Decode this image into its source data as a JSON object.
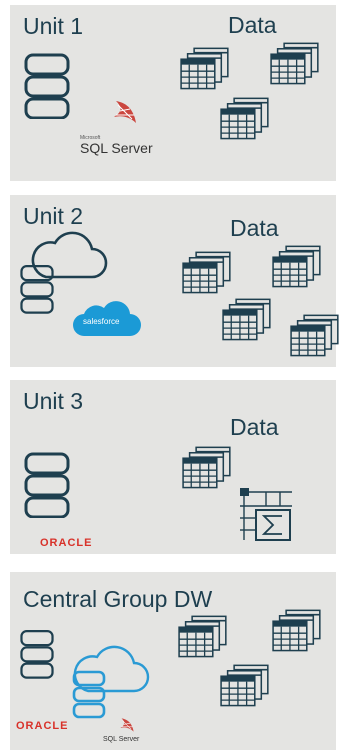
{
  "units": [
    {
      "title": "Unit 1",
      "data_label": "Data",
      "brands": [
        "Microsoft",
        "SQL Server"
      ]
    },
    {
      "title": "Unit 2",
      "data_label": "Data",
      "brands": [
        "salesforce"
      ]
    },
    {
      "title": "Unit 3",
      "data_label": "Data",
      "brands": [
        "ORACLE"
      ]
    },
    {
      "title": "Central Group DW",
      "brands": [
        "ORACLE",
        "SQL Server"
      ]
    }
  ],
  "colors": {
    "panel_bg": "#e4e4e2",
    "ink": "#1e3f4f",
    "salesforce": "#1b9ad6",
    "oracle": "#d8322a",
    "sql_red": "#c8342c"
  },
  "icons": [
    "database-icon",
    "table-icon",
    "cloud-icon",
    "sum-icon",
    "sql-server-logo",
    "salesforce-logo",
    "oracle-logo"
  ]
}
